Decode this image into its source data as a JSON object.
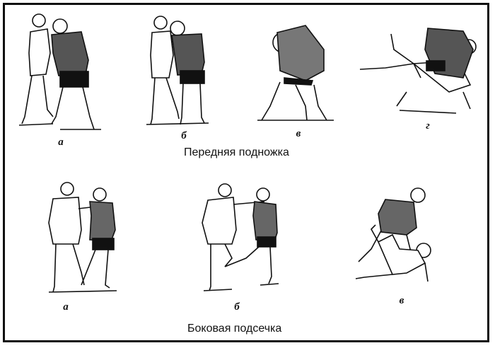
{
  "figure": {
    "sections": [
      {
        "title": "Передняя подножка",
        "panels": [
          {
            "label": "а",
            "icon": "wrestlers-grip-standing"
          },
          {
            "label": "б",
            "icon": "wrestlers-close-grip"
          },
          {
            "label": "в",
            "icon": "wrestlers-forward-trip"
          },
          {
            "label": "г",
            "icon": "wrestlers-throw-fall"
          }
        ]
      },
      {
        "title": "Боковая подсечка",
        "panels": [
          {
            "label": "а",
            "icon": "wrestlers-side-sweep-start"
          },
          {
            "label": "б",
            "icon": "wrestlers-side-sweep-kick"
          },
          {
            "label": "в",
            "icon": "wrestlers-takedown-ground"
          }
        ]
      }
    ],
    "colors": {
      "ink": "#111111",
      "background": "#ffffff"
    }
  }
}
